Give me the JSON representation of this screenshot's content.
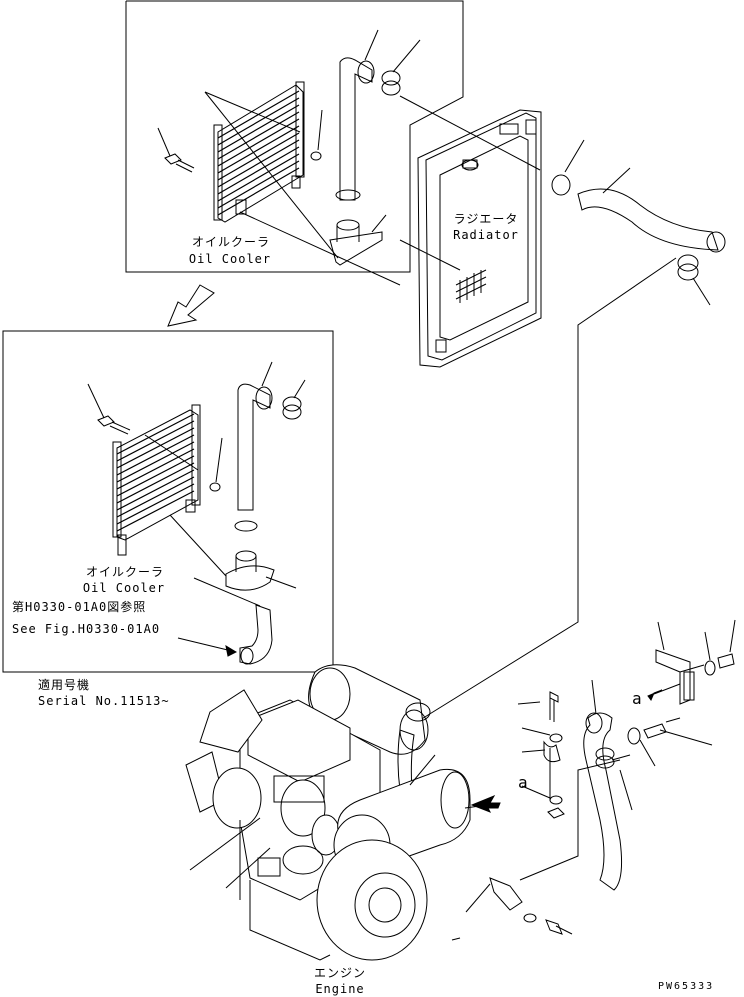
{
  "labels": {
    "oil_cooler_jp_top": "オイルクーラ",
    "oil_cooler_en_top": "Oil Cooler",
    "radiator_jp": "ラジエータ",
    "radiator_en": "Radiator",
    "oil_cooler_jp_bottom": "オイルクーラ",
    "oil_cooler_en_bottom": "Oil Cooler",
    "see_fig_jp": "第H0330-01A0図参照",
    "see_fig_en": "See Fig.H0330-01A0",
    "serial_jp": "適用号機",
    "serial_en": "Serial No.11513~",
    "view_a_1": "a",
    "view_a_2": "a",
    "engine_jp": "エンジン",
    "engine_en": "Engine",
    "drawing_code": "PW65333"
  }
}
